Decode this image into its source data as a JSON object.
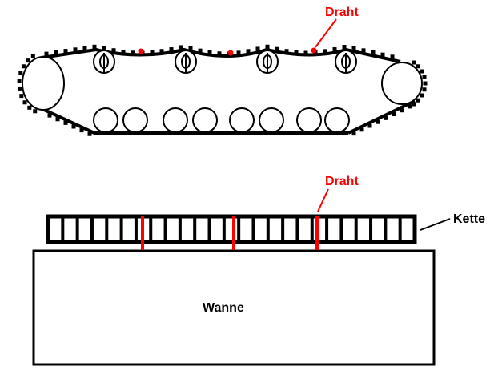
{
  "colors": {
    "line": "#000000",
    "wire": "#ff0000",
    "background": "#ffffff"
  },
  "side_view": {
    "wire_label": "Draht",
    "components": [
      "drive-sprocket",
      "idler-wheel",
      "return-roller",
      "road-wheel",
      "track",
      "wire-marker"
    ],
    "return_roller_count": 4,
    "road_wheel_count": 8,
    "wire_marker_count": 3
  },
  "top_view": {
    "wire_label": "Draht",
    "chain_label": "Kette",
    "hull_label": "Wanne",
    "chain_link_count": 25,
    "wire_count": 3
  }
}
